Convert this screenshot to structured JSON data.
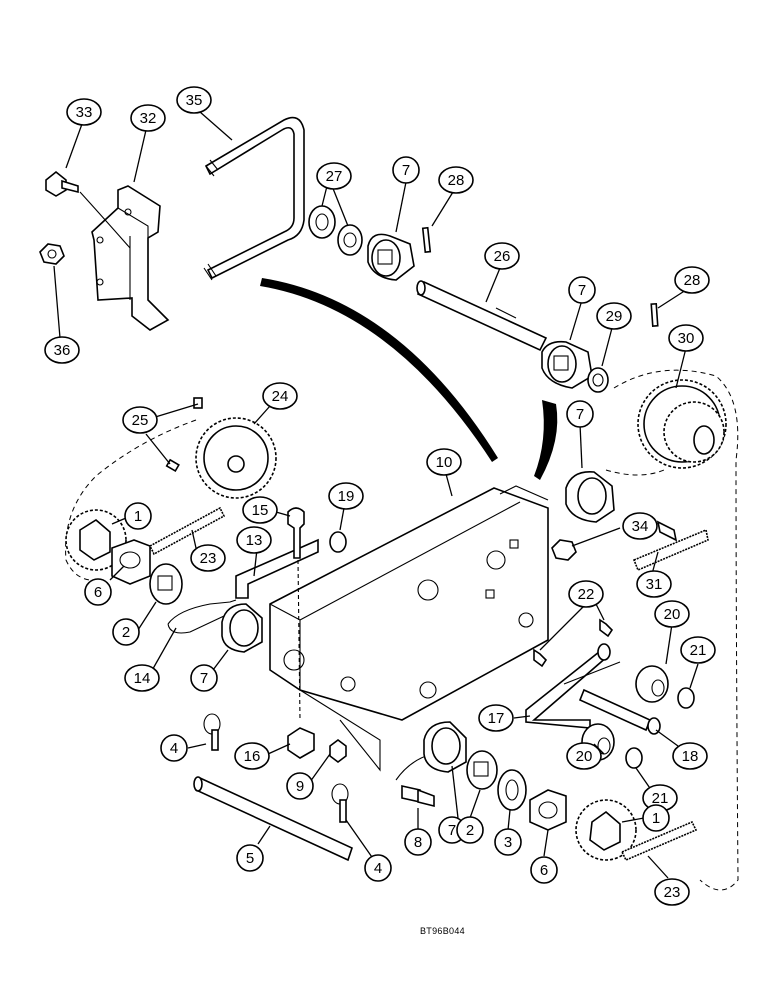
{
  "drawing_code": "BT96B044",
  "callouts": {
    "c1a": "1",
    "c1b": "1",
    "c2a": "2",
    "c2b": "2",
    "c3": "3",
    "c4a": "4",
    "c4b": "4",
    "c5": "5",
    "c6a": "6",
    "c6b": "6",
    "c7a": "7",
    "c7b": "7",
    "c7c": "7",
    "c7d": "7",
    "c7e": "7",
    "c8": "8",
    "c9": "9",
    "c10": "10",
    "c13": "13",
    "c14": "14",
    "c15": "15",
    "c16": "16",
    "c17": "17",
    "c18": "18",
    "c19": "19",
    "c20a": "20",
    "c20b": "20",
    "c21a": "21",
    "c21b": "21",
    "c22": "22",
    "c23a": "23",
    "c23b": "23",
    "c24": "24",
    "c25": "25",
    "c26": "26",
    "c27": "27",
    "c28a": "28",
    "c28b": "28",
    "c29": "29",
    "c30": "30",
    "c31": "31",
    "c32": "32",
    "c33": "33",
    "c34": "34",
    "c35": "35",
    "c36": "36"
  }
}
